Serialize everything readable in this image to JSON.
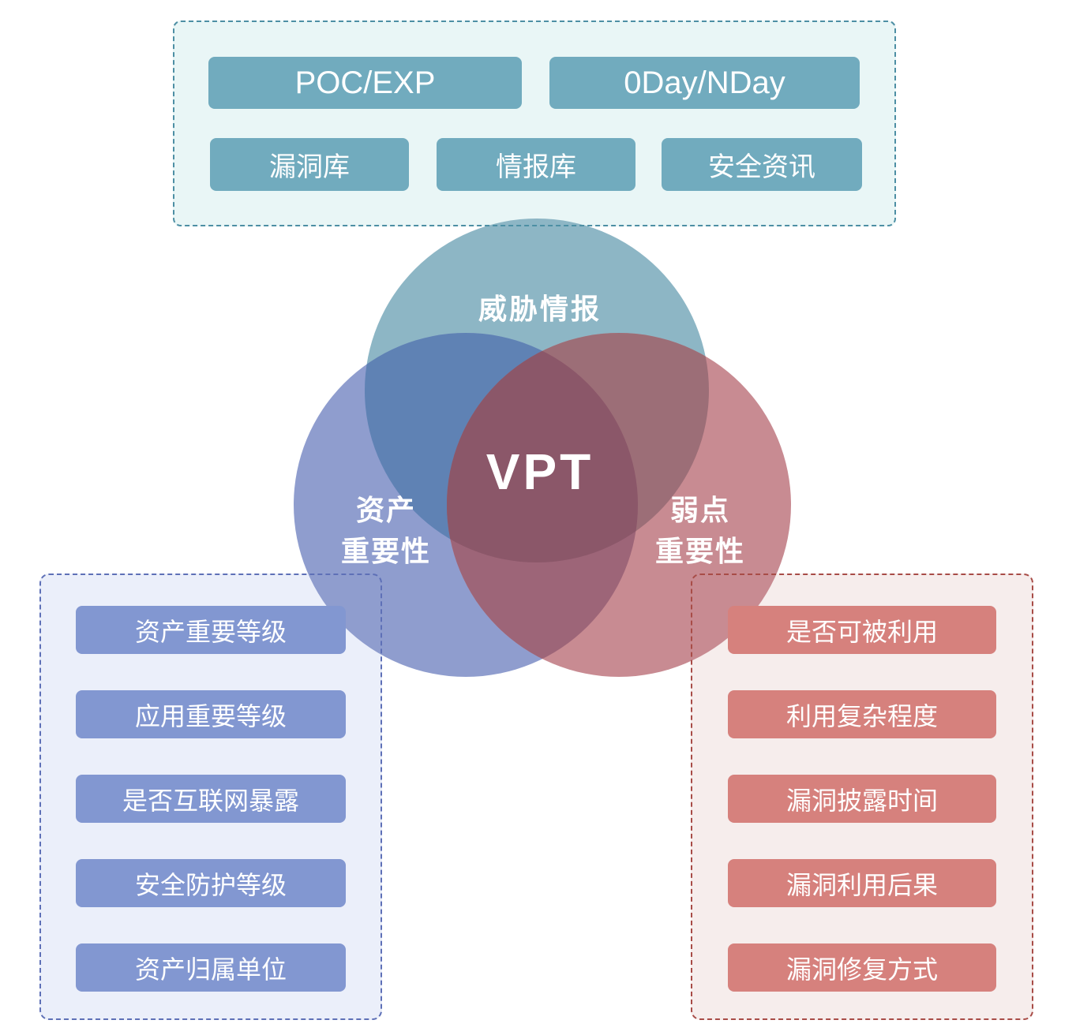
{
  "diagram_title": "VPT",
  "top_panel": {
    "row1": [
      "POC/EXP",
      "0Day/NDay"
    ],
    "row2": [
      "漏洞库",
      "情报库",
      "安全资讯"
    ]
  },
  "venn": {
    "center_label": "VPT",
    "top_circle_label": "威胁情报",
    "left_circle_label_line1": "资产",
    "left_circle_label_line2": "重要性",
    "right_circle_label_line1": "弱点",
    "right_circle_label_line2": "重要性"
  },
  "left_panel": {
    "items": [
      "资产重要等级",
      "应用重要等级",
      "是否互联网暴露",
      "安全防护等级",
      "资产归属单位"
    ]
  },
  "right_panel": {
    "items": [
      "是否可被利用",
      "利用复杂程度",
      "漏洞披露时间",
      "漏洞利用后果",
      "漏洞修复方式"
    ]
  },
  "colors": {
    "page_background": "#FFFFFF",
    "top_panel_bg": "#E9F6F6",
    "top_panel_border": "#4D8FA4",
    "top_button_bg": "#71ABBE",
    "left_panel_bg": "#EBEFFA",
    "left_panel_border": "#5E70B7",
    "left_button_bg": "#8297D1",
    "right_panel_bg": "#F6EDEC",
    "right_panel_border": "#A84C47",
    "right_button_bg": "#D6817D",
    "button_text": "#FFFFFF",
    "venn_teal": "#8DB6C5",
    "venn_blue": "#8F9DCE",
    "venn_red": "#C88B92",
    "venn_teal_blue": "#5F82B4",
    "venn_teal_red": "#9C6E77",
    "venn_blue_red": "#9D6578",
    "venn_center": "#8B5769",
    "label_text": "#FFFFFF"
  }
}
